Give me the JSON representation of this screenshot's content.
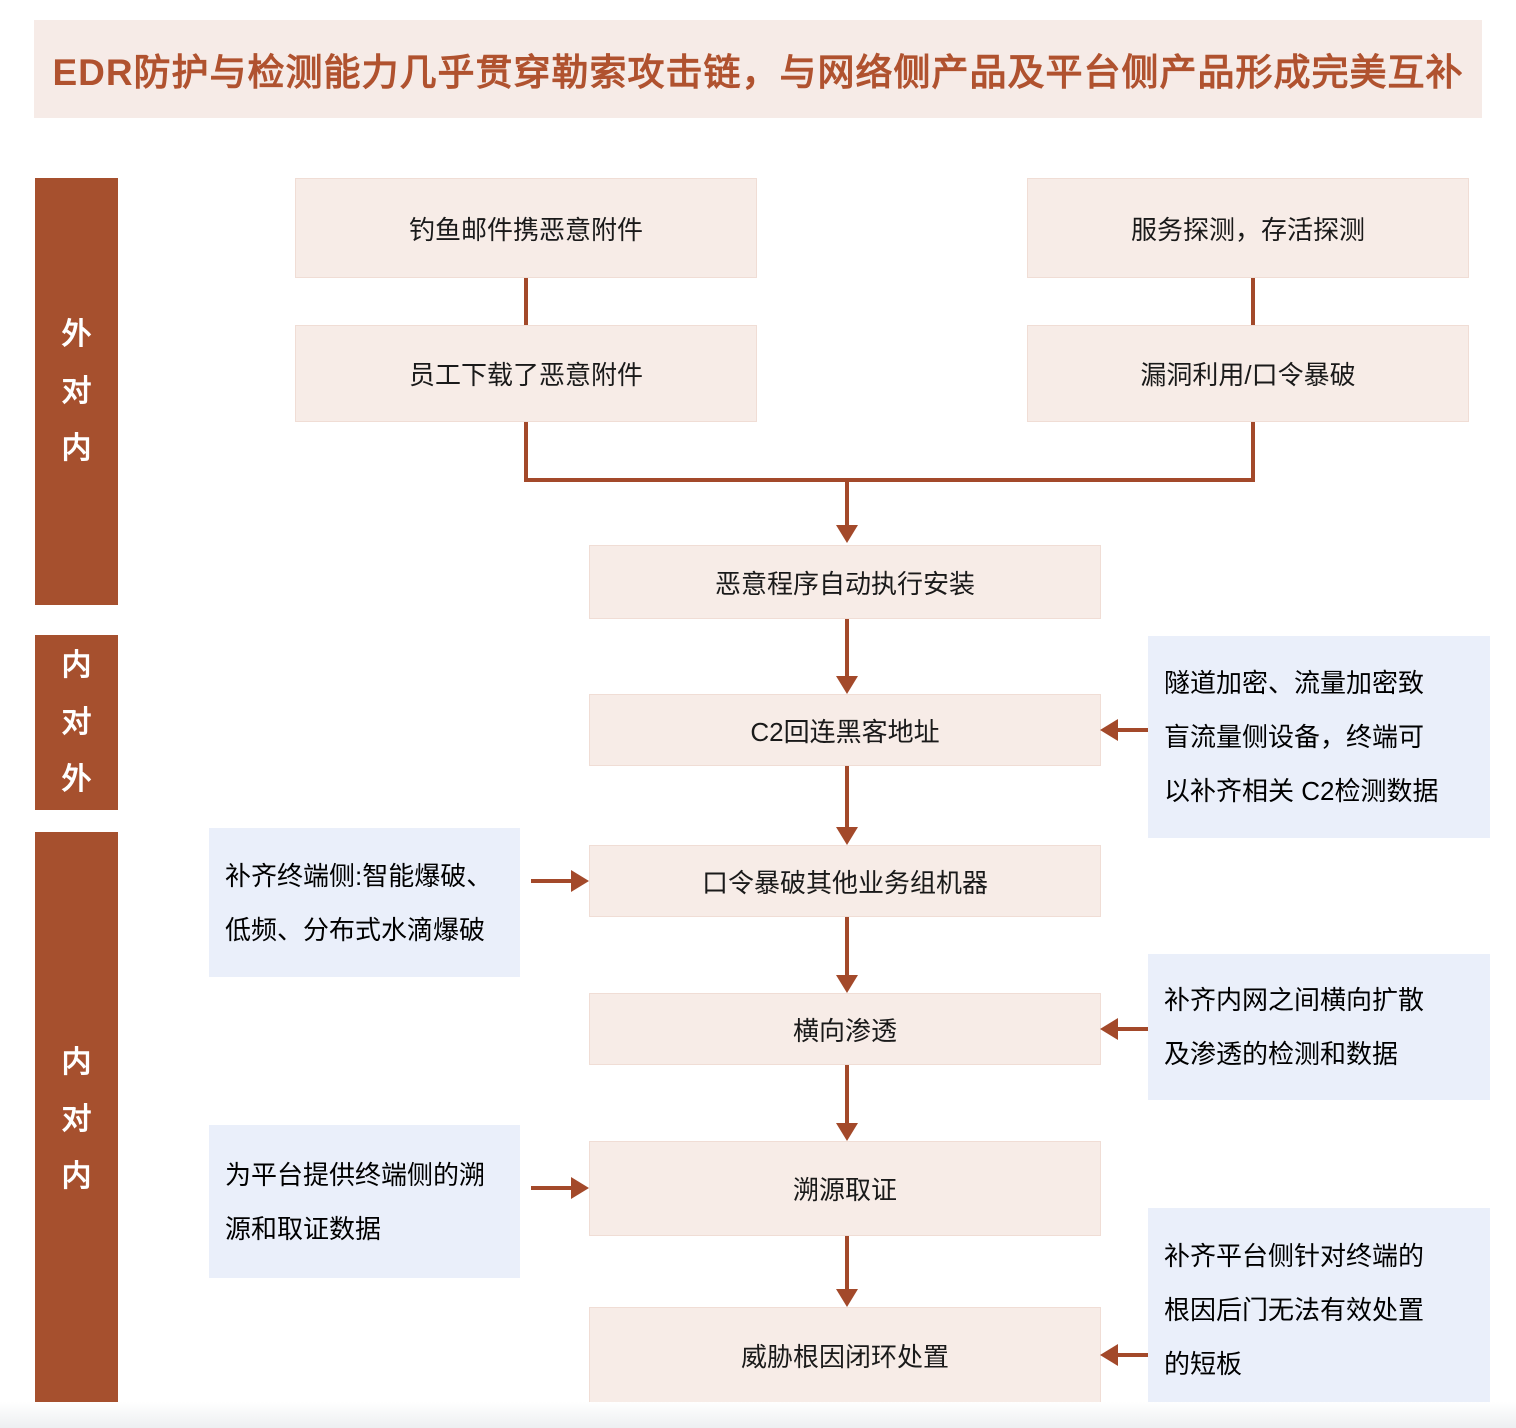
{
  "title": "EDR防护与检测能力几乎贯穿勒索攻击链，与网络侧产品及平台侧产品形成完美互补",
  "colors": {
    "title_bg": "#f6ebe7",
    "title_text": "#b0522f",
    "sidebar_bg": "#a6502e",
    "flow_box_bg": "#f7ece7",
    "note_bg": "#eaeffa",
    "arrow": "#a3492a"
  },
  "sidebar": {
    "sections": [
      {
        "label": "外对内"
      },
      {
        "label": "内对外"
      },
      {
        "label": "内对内"
      }
    ]
  },
  "flow": {
    "boxes": [
      {
        "label": "钓鱼邮件携恶意附件"
      },
      {
        "label": "服务探测，存活探测"
      },
      {
        "label": "员工下载了恶意附件"
      },
      {
        "label": "漏洞利用/口令暴破"
      },
      {
        "label": "恶意程序自动执行安装"
      },
      {
        "label": "C2回连黑客地址"
      },
      {
        "label": "口令暴破其他业务组机器"
      },
      {
        "label": "横向渗透"
      },
      {
        "label": "溯源取证"
      },
      {
        "label": "威胁根因闭环处置"
      }
    ]
  },
  "annotations": [
    {
      "lines": [
        "隧道加密、流量加密致",
        "盲流量侧设备，终端可",
        "以补齐相关 C2检测数据"
      ]
    },
    {
      "lines": [
        "补齐终端侧:智能爆破、",
        "低频、分布式水滴爆破"
      ]
    },
    {
      "lines": [
        "补齐内网之间横向扩散",
        "及渗透的检测和数据"
      ]
    },
    {
      "lines": [
        "为平台提供终端侧的溯",
        "源和取证数据"
      ]
    },
    {
      "lines": [
        "补齐平台侧针对终端的",
        "根因后门无法有效处置",
        "的短板"
      ]
    }
  ]
}
